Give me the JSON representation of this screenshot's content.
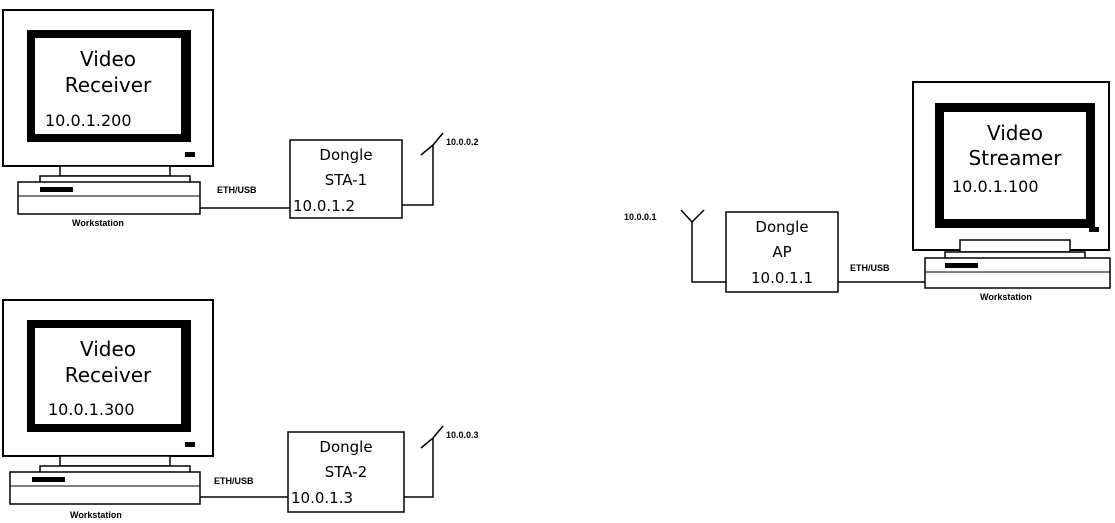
{
  "workstations": [
    {
      "id": "receiver-1",
      "title_line1": "Video",
      "title_line2": "Receiver",
      "ip": "10.0.1.200",
      "caption": "Workstation"
    },
    {
      "id": "receiver-2",
      "title_line1": "Video",
      "title_line2": "Receiver",
      "ip": "10.0.1.300",
      "caption": "Workstation"
    },
    {
      "id": "streamer",
      "title_line1": "Video",
      "title_line2": "Streamer",
      "ip": "10.0.1.100",
      "caption": "Workstation"
    }
  ],
  "dongles": [
    {
      "id": "sta-1",
      "line1": "Dongle",
      "line2": "STA-1",
      "ip": "10.0.1.2",
      "antenna_ip": "10.0.0.2",
      "link_label": "ETH/USB"
    },
    {
      "id": "sta-2",
      "line1": "Dongle",
      "line2": "STA-2",
      "ip": "10.0.1.3",
      "antenna_ip": "10.0.0.3",
      "link_label": "ETH/USB"
    },
    {
      "id": "ap",
      "line1": "Dongle",
      "line2": "AP",
      "ip": "10.0.1.1",
      "antenna_ip": "10.0.0.1",
      "link_label": "ETH/USB"
    }
  ]
}
